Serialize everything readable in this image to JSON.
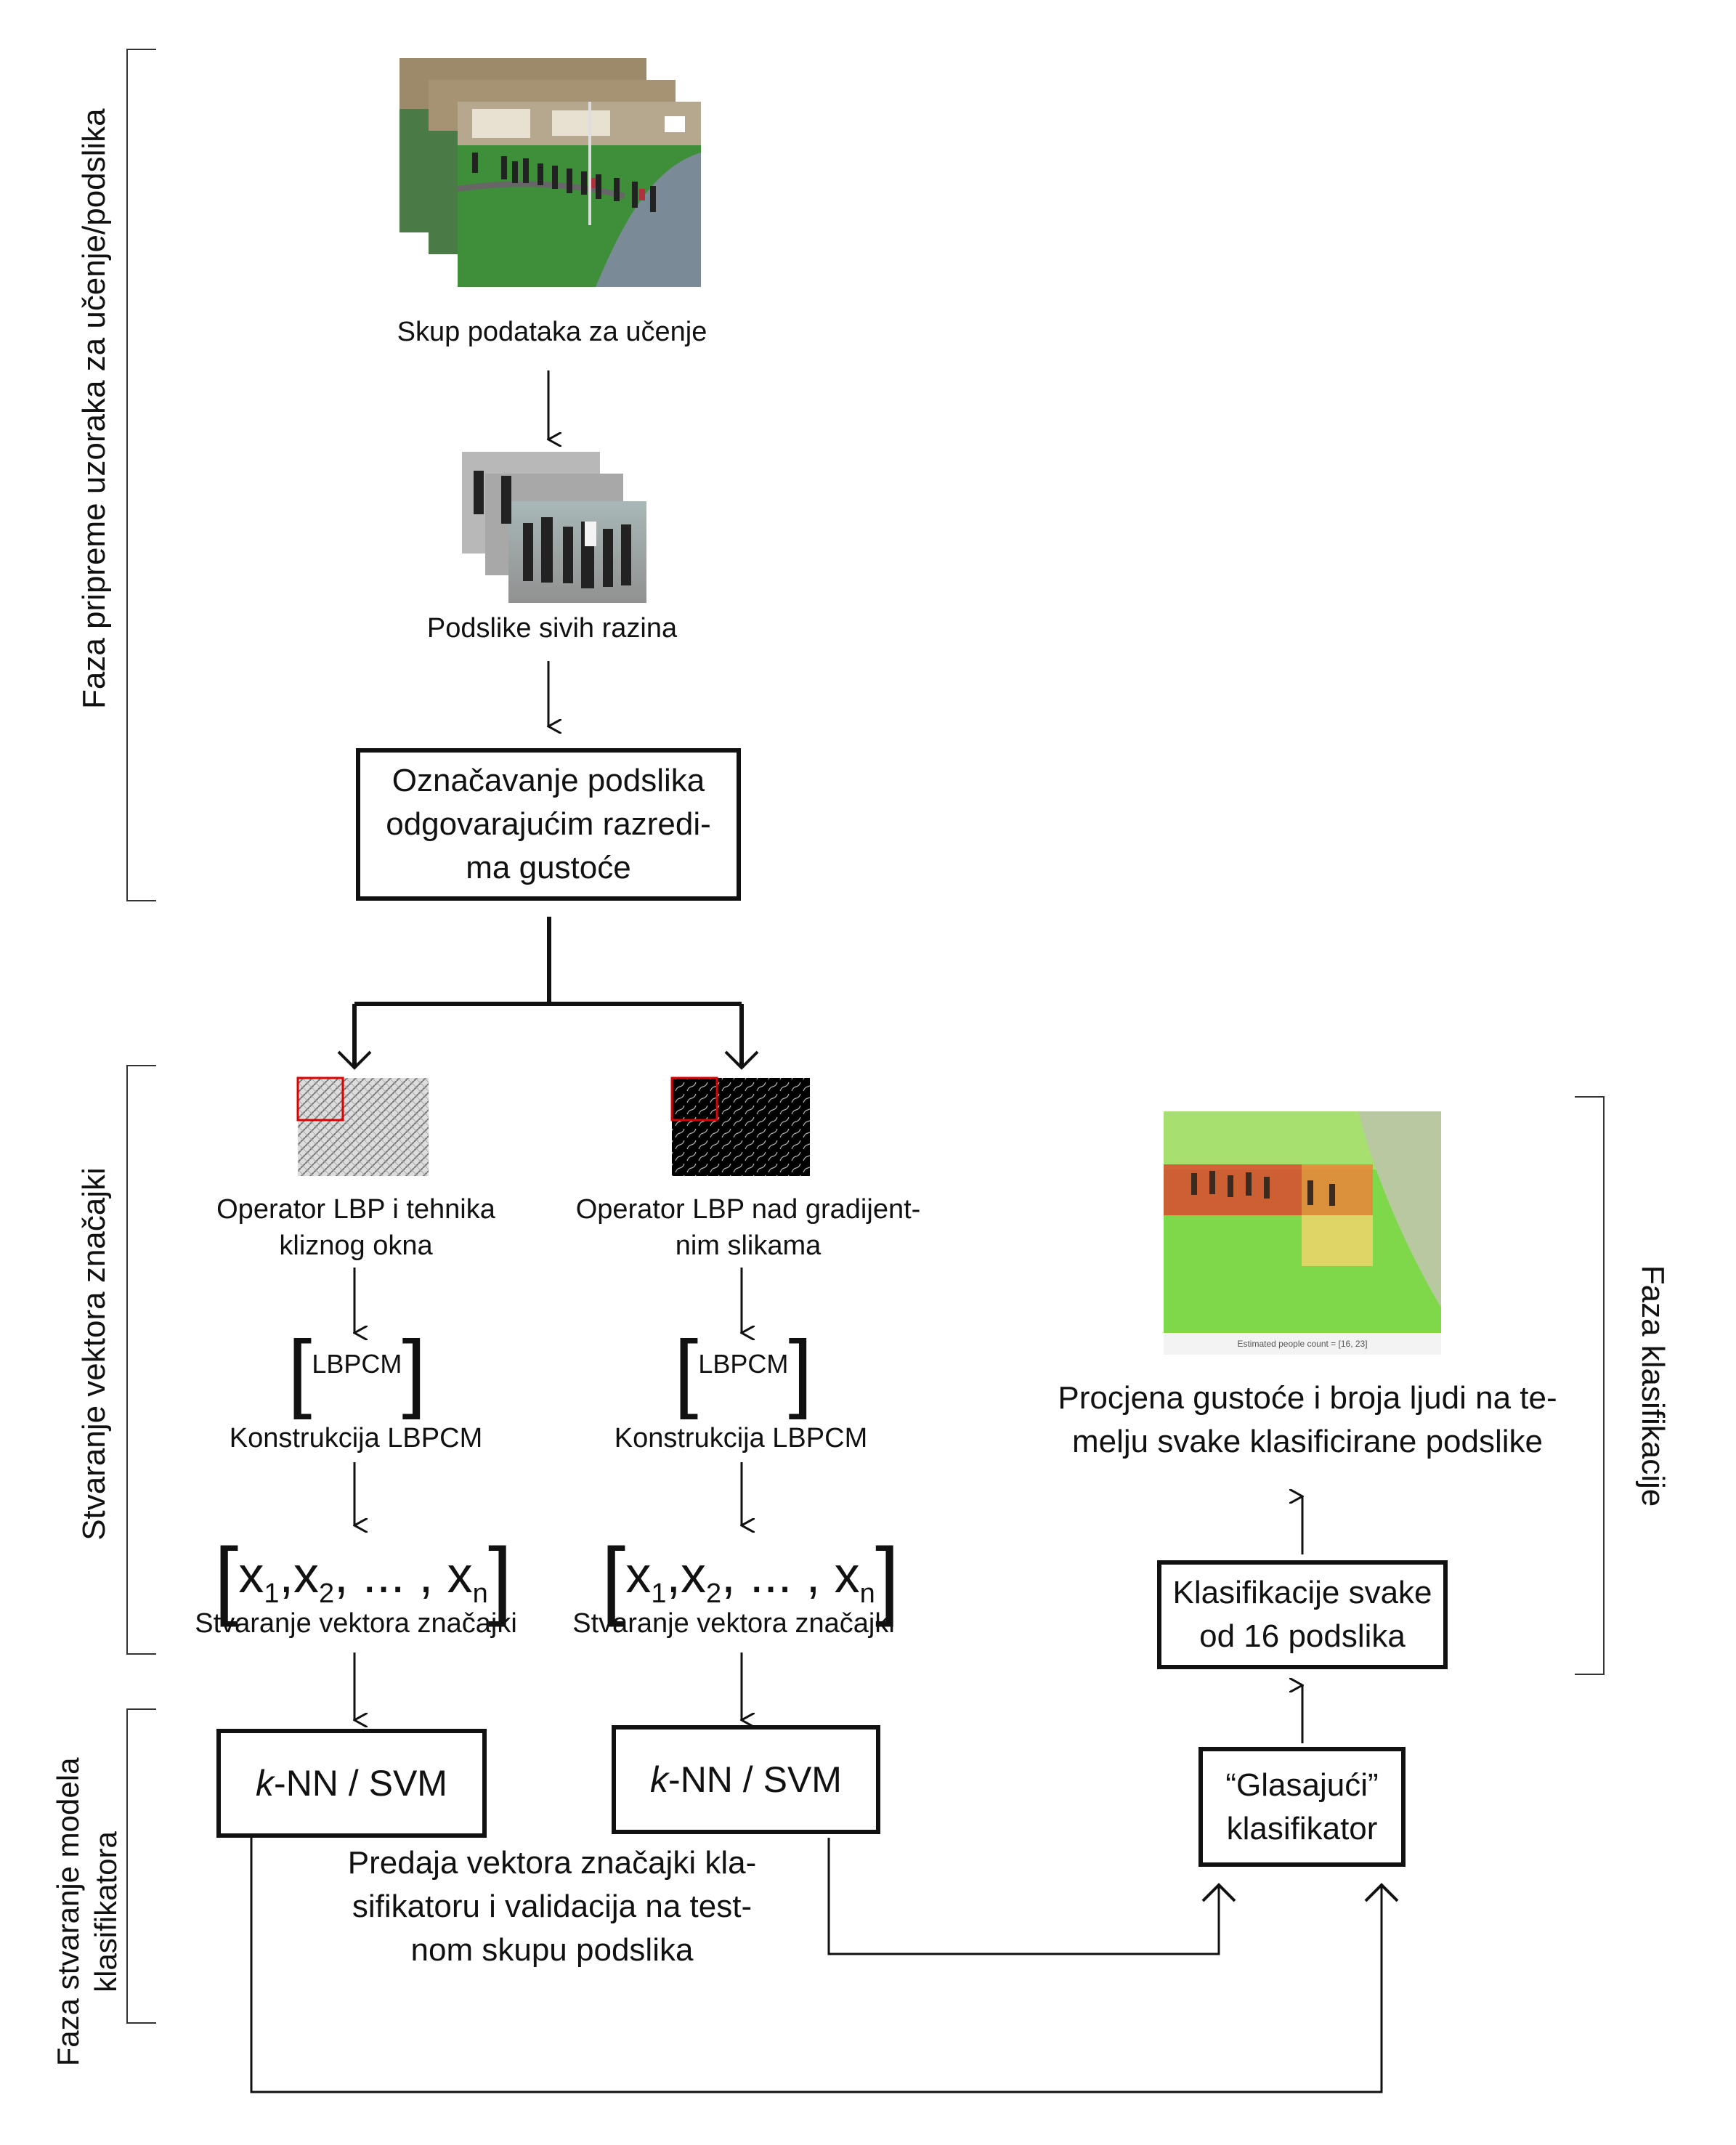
{
  "phases": {
    "prep": "Faza pripreme uzoraka za učenje/podslika",
    "features": "Stvaranje vektora značajki",
    "model_line1": "Faza stvaranje modela",
    "model_line2": "klasifikatora",
    "classification": "Faza klasifikacije"
  },
  "steps": {
    "dataset": "Skup podataka za učenje",
    "gray": "Podslike sivih razina",
    "labeling": "Označavanje podslika odgovarajućim razredi-ma gustoće"
  },
  "left_branch": {
    "op_line1": "Operator LBP i tehnika",
    "op_line2": "kliznog okna",
    "matrix": "LBPCM",
    "construct": "Konstrukcija LBPCM",
    "vector_caption": "Stvaranje vektora značajki",
    "classifier_k": "k",
    "classifier_rest": "-NN / SVM"
  },
  "right_branch": {
    "op_line1": "Operator LBP nad gradijent-",
    "op_line2": "nim slikama",
    "matrix": "LBPCM",
    "construct": "Konstrukcija LBPCM",
    "vector_caption": "Stvaranje vektora značajki",
    "classifier_k": "k",
    "classifier_rest": "-NN / SVM"
  },
  "vector": {
    "x": "x",
    "sub1": "1",
    "sub2": "2",
    "dots": ", ... , ",
    "subn": "n"
  },
  "validation_text": {
    "line1": "Predaja vektora značajki kla-",
    "line2": "sifikatoru i validacija na test-",
    "line3": "nom skupu podslika"
  },
  "voting": {
    "line1": "“Glasajući”",
    "line2": "klasifikator"
  },
  "classify_each": {
    "line1": "Klasifikacije svake",
    "line2": "od 16 podslika"
  },
  "estimate": {
    "line1": "Procjena gustoće i broja ljudi na te-",
    "line2": "melju svake klasificirane podslike"
  },
  "result_caption": "Estimated people count = [16, 23]",
  "colors": {
    "line": "#111111",
    "grass": "#3f8f3a",
    "sky": "#6f9fc7",
    "overlay_green": "#7ed84a",
    "overlay_red": "#d94b2e",
    "overlay_orange": "#e68a3a",
    "overlay_yellow": "#e8d66a",
    "marker_red": "#e00000"
  },
  "icons": [
    "arrow-down-icon",
    "arrow-up-icon",
    "bracket-icon"
  ]
}
